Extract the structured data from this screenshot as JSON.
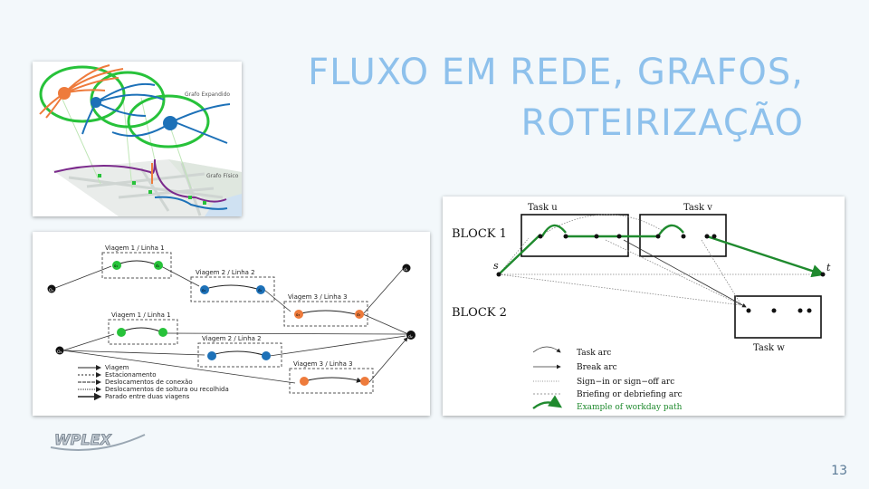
{
  "slide": {
    "title_line1": "FLUXO EM REDE, GRAFOS,",
    "title_line2": "ROTEIRIZAÇÃO",
    "page_number": "13",
    "logo_text": "WPLEX",
    "colors": {
      "title": "#8ec1ec",
      "green": "#27c23a",
      "blue": "#1d71b8",
      "orange": "#ee7b3c"
    }
  },
  "figure_graph": {
    "label_expanded": "Grafo Expandido",
    "label_physical": "Grafo Físico"
  },
  "figure_trips": {
    "node_o1": "O₁",
    "node_o2": "O₂",
    "node_d1": "d₁",
    "node_d2": "d₂",
    "row1": [
      "Viagem 1 / Linha 1",
      "Viagem 2 / Linha 2",
      "Viagem 3 / Linha 3"
    ],
    "row2": [
      "Viagem 1 / Linha 1",
      "Viagem 2 / Linha 2",
      "Viagem 3 / Linha 3"
    ],
    "trip_nodes": [
      "o₁",
      "d₁",
      "o₂",
      "d₂",
      "o₃",
      "d₃"
    ],
    "legend": [
      "Viagem",
      "Estacionamento",
      "Deslocamentos de conexão",
      "Deslocamentos de soltura ou recolhida",
      "Parado entre duas viagens"
    ]
  },
  "figure_blocks": {
    "block1": "BLOCK 1",
    "block2": "BLOCK 2",
    "task_u": "Task u",
    "task_v": "Task v",
    "task_w": "Task w",
    "node_s": "s",
    "node_t": "t",
    "legend": [
      "Task arc",
      "Break arc",
      "Sign−in or sign−off arc",
      "Briefing or debriefing arc",
      "Example of workday path"
    ]
  }
}
